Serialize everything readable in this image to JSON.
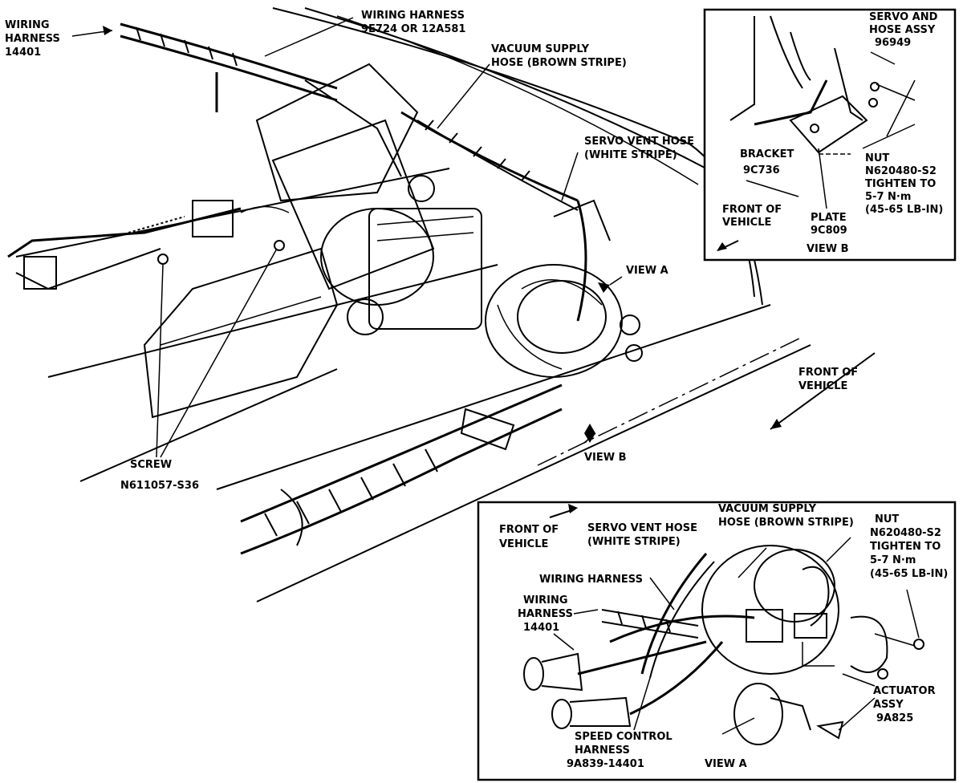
{
  "main": {
    "wiring_harness_left": [
      "WIRING",
      "HARNESS",
      "14401"
    ],
    "wiring_harness_top": [
      "WIRING HARNESS",
      "9E724 OR 12A581"
    ],
    "vacuum_supply_hose": [
      "VACUUM SUPPLY",
      "HOSE (BROWN STRIPE)"
    ],
    "servo_vent_hose": [
      "SERVO VENT HOSE",
      "(WHITE STRIPE)"
    ],
    "view_a": "VIEW A",
    "view_b": "VIEW B",
    "front_of_vehicle": [
      "FRONT OF",
      "VEHICLE"
    ],
    "screw": [
      "SCREW",
      "N611057-S36"
    ]
  },
  "inset_b": {
    "servo_hose_assy": [
      "SERVO AND",
      "HOSE ASSY",
      "96949"
    ],
    "bracket": [
      "BRACKET",
      "9C736"
    ],
    "nut": [
      "NUT",
      "N620480-S2",
      "TIGHTEN TO",
      "5-7 N·m",
      "(45-65 LB-IN)"
    ],
    "front_of_vehicle": [
      "FRONT OF",
      "VEHICLE"
    ],
    "plate": [
      "PLATE",
      "9C809"
    ],
    "title": "VIEW B"
  },
  "inset_a": {
    "front_of_vehicle": [
      "FRONT OF",
      "VEHICLE"
    ],
    "servo_vent_hose": [
      "SERVO VENT HOSE",
      "(WHITE STRIPE)"
    ],
    "vacuum_supply_hose": [
      "VACUUM SUPPLY",
      "HOSE (BROWN STRIPE)"
    ],
    "nut": [
      "NUT",
      "N620480-S2",
      "TIGHTEN TO",
      "5-7 N·m",
      "(45-65 LB-IN)"
    ],
    "wiring_harness": "WIRING HARNESS",
    "wiring_harness_14401": [
      "WIRING",
      "HARNESS",
      "14401"
    ],
    "actuator": [
      "ACTUATOR",
      "ASSY",
      "9A825"
    ],
    "speed_control_harness": [
      "SPEED CONTROL",
      "HARNESS",
      "9A839-14401"
    ],
    "title": "VIEW A"
  }
}
